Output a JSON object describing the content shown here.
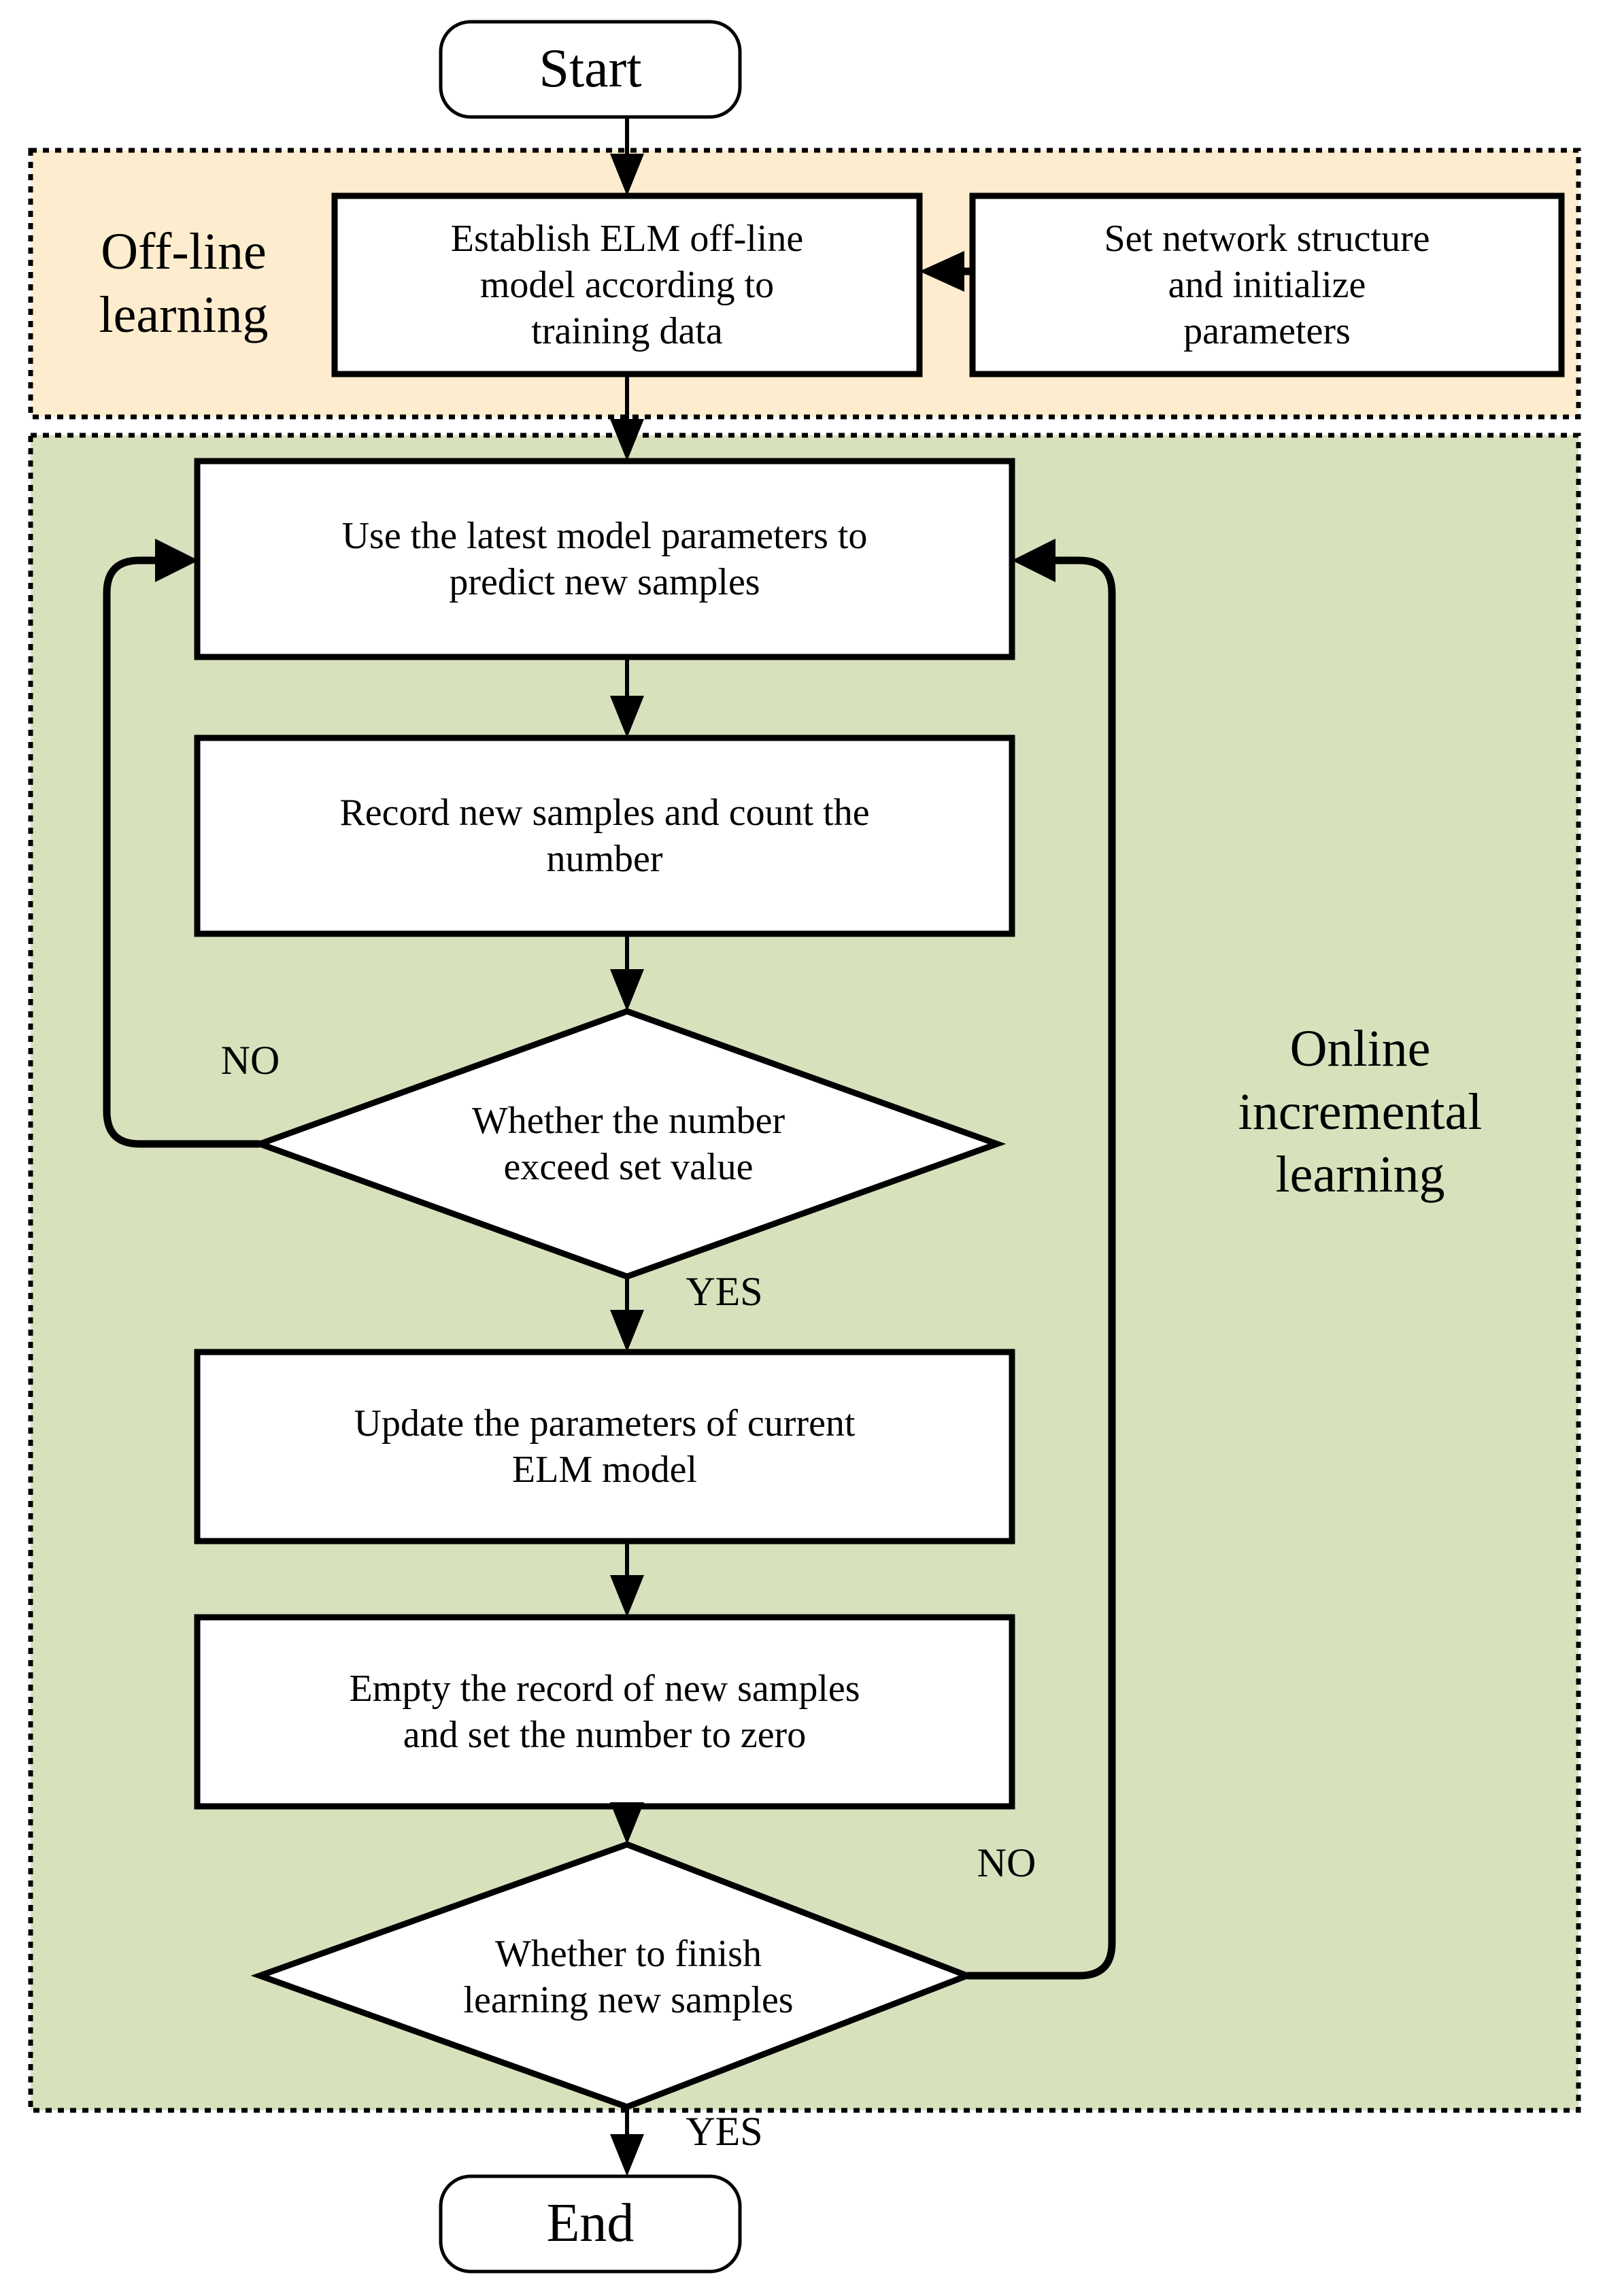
{
  "diagram": {
    "title": "ELM off-line learning and online incremental learning flowchart",
    "type": "flowchart",
    "colors": {
      "offline_section_fill": "#fdedce",
      "online_section_fill": "#d7e2bd",
      "node_fill": "#ffffff",
      "stroke": "#000000",
      "page_background": "#ffffff"
    }
  },
  "sections": {
    "offline": {
      "label": "Off-line\nlearning"
    },
    "online": {
      "label": "Online\nincremental\nlearning"
    }
  },
  "nodes": {
    "start": {
      "label": "Start",
      "shape": "terminator"
    },
    "establish_model": {
      "label": "Establish ELM off-line\nmodel according to\ntraining data",
      "shape": "process"
    },
    "set_network": {
      "label": "Set network structure\nand initialize\nparameters",
      "shape": "process"
    },
    "predict": {
      "label": "Use the latest model parameters to\npredict new samples",
      "shape": "process"
    },
    "record": {
      "label": "Record new samples and count the\nnumber",
      "shape": "process"
    },
    "decision_count": {
      "label": "Whether the number\nexceed set value",
      "shape": "decision"
    },
    "update_params": {
      "label": "Update the parameters of current\nELM model",
      "shape": "process"
    },
    "empty_record": {
      "label": "Empty the record of new samples\nand set the number to zero",
      "shape": "process"
    },
    "decision_finish": {
      "label": "Whether to finish\nlearning new samples",
      "shape": "decision"
    },
    "end": {
      "label": "End",
      "shape": "terminator"
    }
  },
  "edge_labels": {
    "count_no": "NO",
    "count_yes": "YES",
    "finish_no": "NO",
    "finish_yes": "YES"
  }
}
